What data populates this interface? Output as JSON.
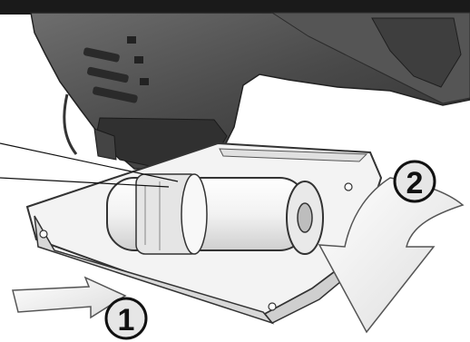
{
  "figure": {
    "colors": {
      "background": "#ffffff",
      "top_band": "#1a1a1a",
      "tool_body_dark": "#3c3c3c",
      "tool_body_mid": "#5a5a5a",
      "tool_body_light": "#7a7a7a",
      "shoe_plate": "#f2f2f2",
      "shoe_outline": "#333333",
      "arrow_fill": "#f7f7f7",
      "arrow_outline": "#555555",
      "callout_circle": "#e6e6e6",
      "step_text": "#111111"
    },
    "steps": [
      {
        "number": "1",
        "arrow_direction": "right",
        "arrow_icon": "straight-arrow-icon"
      },
      {
        "number": "2",
        "arrow_direction": "down-curved",
        "arrow_icon": "curved-arrow-icon"
      }
    ],
    "leader_lines": 2
  }
}
